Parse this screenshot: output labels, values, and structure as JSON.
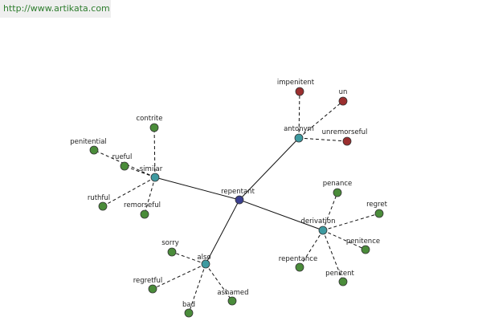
{
  "header": {
    "url": "http://www.artikata.com"
  },
  "graph": {
    "center": {
      "label": "repentant",
      "color": "#3a3f8f"
    },
    "hubs": [
      {
        "id": "similar",
        "label": "similar",
        "color": "#3e9aa0"
      },
      {
        "id": "antonym",
        "label": "antonym",
        "color": "#3e9aa0"
      },
      {
        "id": "derivation",
        "label": "derivation",
        "color": "#3e9aa0"
      },
      {
        "id": "also",
        "label": "also",
        "color": "#3e9aa0"
      }
    ],
    "leaves": [
      {
        "hub": "similar",
        "label": "contrite",
        "color": "#4a8c3a"
      },
      {
        "hub": "similar",
        "label": "penitential",
        "color": "#4a8c3a"
      },
      {
        "hub": "similar",
        "label": "rueful",
        "color": "#4a8c3a"
      },
      {
        "hub": "similar",
        "label": "ruthful",
        "color": "#4a8c3a"
      },
      {
        "hub": "similar",
        "label": "remorseful",
        "color": "#4a8c3a"
      },
      {
        "hub": "antonym",
        "label": "impenitent",
        "color": "#9b2f2f"
      },
      {
        "hub": "antonym",
        "label": "un",
        "color": "#9b2f2f"
      },
      {
        "hub": "antonym",
        "label": "unremorseful",
        "color": "#9b2f2f"
      },
      {
        "hub": "derivation",
        "label": "penance",
        "color": "#4a8c3a"
      },
      {
        "hub": "derivation",
        "label": "regret",
        "color": "#4a8c3a"
      },
      {
        "hub": "derivation",
        "label": "penitence",
        "color": "#4a8c3a"
      },
      {
        "hub": "derivation",
        "label": "repentance",
        "color": "#4a8c3a"
      },
      {
        "hub": "derivation",
        "label": "penitent",
        "color": "#4a8c3a"
      },
      {
        "hub": "also",
        "label": "sorry",
        "color": "#4a8c3a"
      },
      {
        "hub": "also",
        "label": "regretful",
        "color": "#4a8c3a"
      },
      {
        "hub": "also",
        "label": "bad",
        "color": "#4a8c3a"
      },
      {
        "hub": "also",
        "label": "ashamed",
        "color": "#4a8c3a"
      }
    ]
  }
}
